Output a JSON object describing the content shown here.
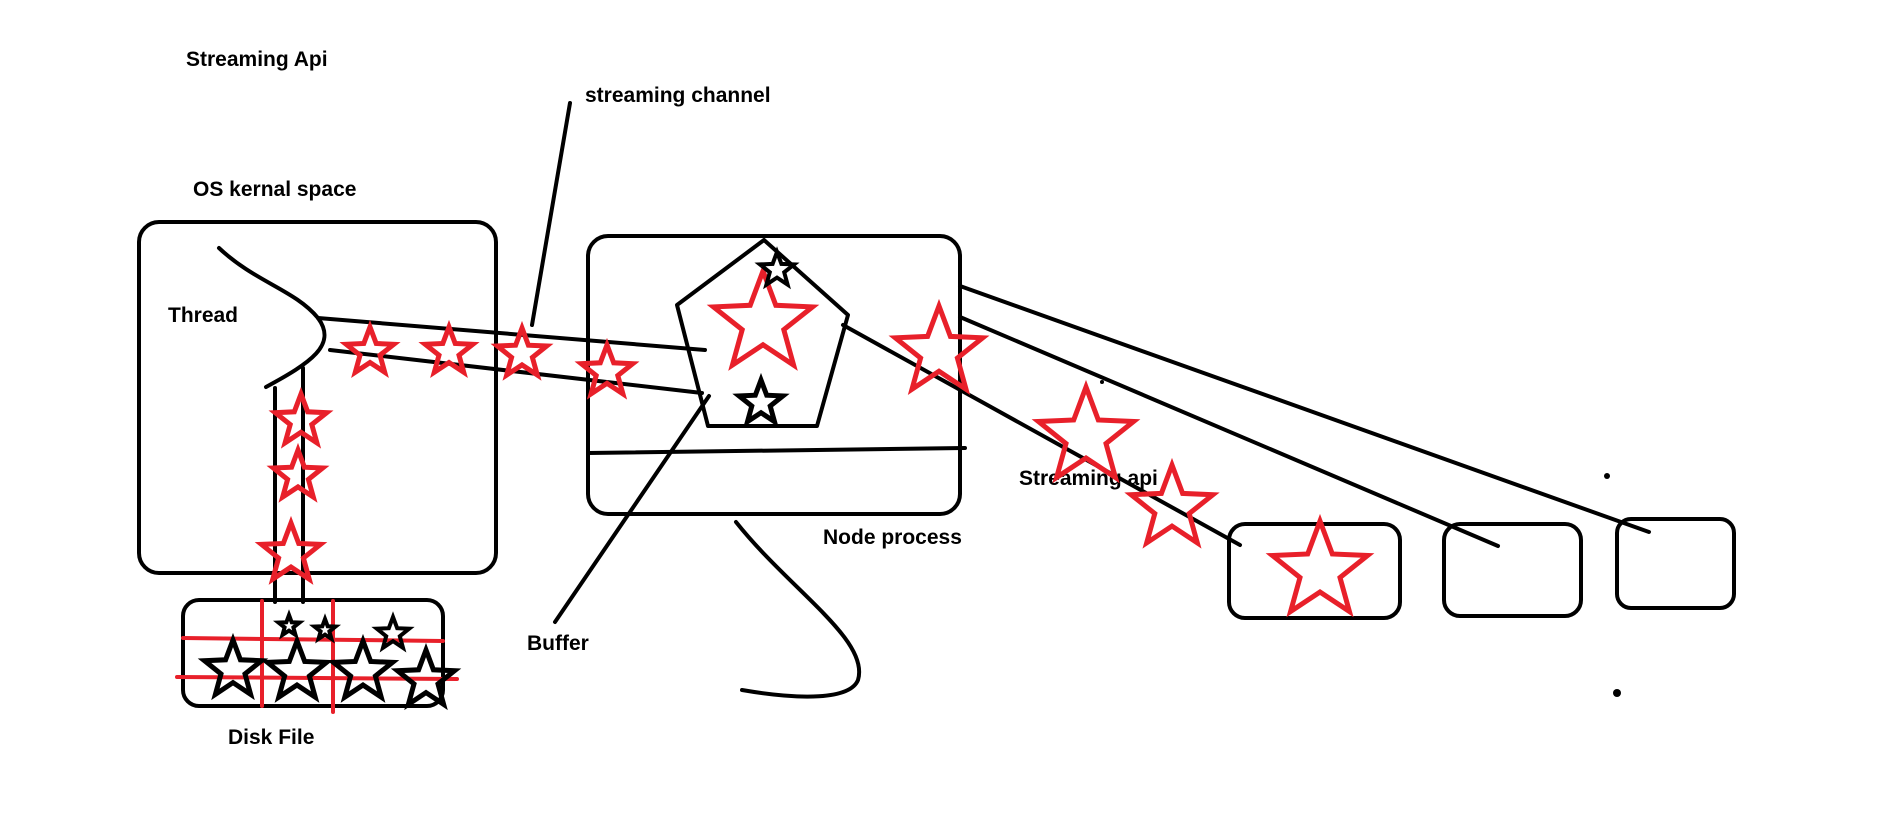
{
  "labels": {
    "title": "Streaming Api",
    "channel": "streaming channel",
    "kernel": "OS kernal space",
    "thread": "Thread",
    "buffer": "Buffer",
    "node_process": "Node process",
    "disk_file": "Disk File",
    "streaming_api": "Streaming api"
  },
  "colors": {
    "stroke": "#000000",
    "star": "#e8202a",
    "background": "#ffffff"
  }
}
